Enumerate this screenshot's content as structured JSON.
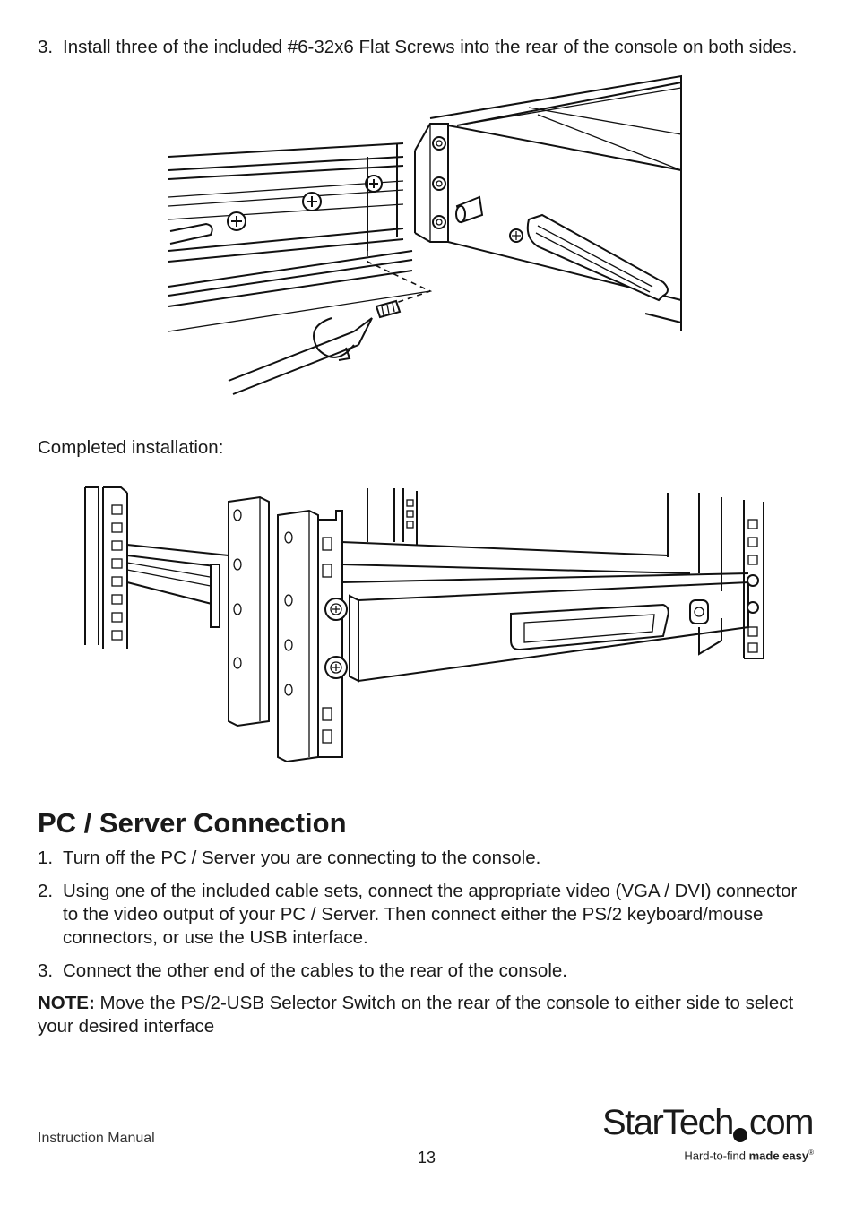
{
  "step_install": {
    "number": "3.",
    "text": "Install three of the included #6-32x6 Flat Screws into the rear of the console on both sides."
  },
  "caption": "Completed installation:",
  "section": {
    "title": "PC / Server Connection",
    "steps": [
      {
        "number": "1.",
        "text": "Turn off the PC / Server you are connecting to the console."
      },
      {
        "number": "2.",
        "text": "Using one of the included cable sets, connect the appropriate video (VGA / DVI) connector to the video output of your PC / Server. Then connect either the PS/2 keyboard/mouse connectors, or use the USB interface."
      },
      {
        "number": "3.",
        "text": "Connect the other end of the cables to the rear of the console."
      }
    ],
    "note_label": "NOTE:",
    "note_text": "Move the PS/2-USB Selector Switch on the rear of the console to either side to select your desired interface"
  },
  "footer": {
    "doc_label": "Instruction Manual",
    "page_number": "13",
    "logo_main": "StarTech",
    "logo_suffix": "com",
    "tagline_regular": "Hard-to-find ",
    "tagline_bold": "made easy",
    "tagline_mark": "®"
  }
}
